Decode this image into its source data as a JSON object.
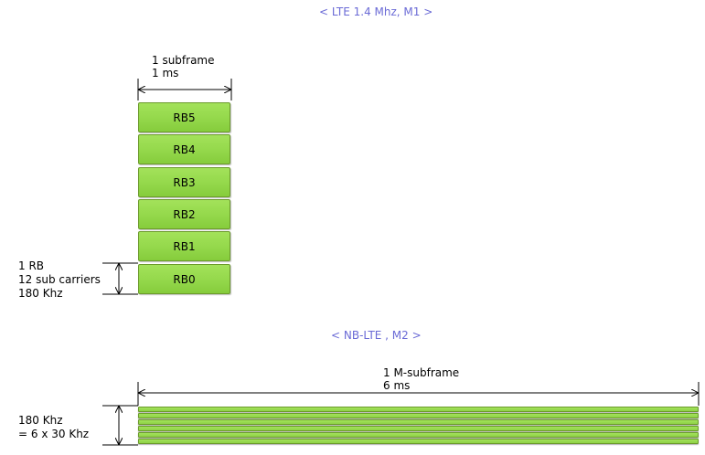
{
  "lte": {
    "title": "< LTE 1.4 Mhz, M1 >",
    "subframe_line1": "1 subframe",
    "subframe_line2": "1 ms",
    "rb_line1": "1 RB",
    "rb_line2": "12 sub carriers",
    "rb_line3": "180 Khz",
    "blocks": [
      "RB5",
      "RB4",
      "RB3",
      "RB2",
      "RB1",
      "RB0"
    ]
  },
  "nblte": {
    "title": "< NB-LTE , M2 >",
    "subframe_line1": "1 M-subframe",
    "subframe_line2": "6 ms",
    "bw_line1": "180 Khz",
    "bw_line2": "= 6 x 30 Khz",
    "strip_count": 6
  },
  "colors": {
    "title": "#6b6bd6",
    "block_fill": "#95d94c",
    "block_border": "#6b9a2a"
  }
}
